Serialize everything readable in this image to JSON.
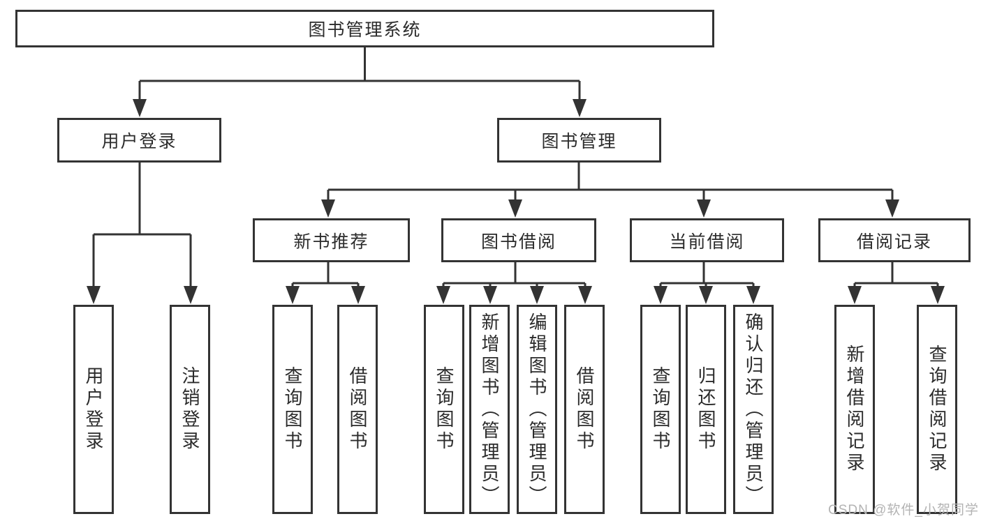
{
  "diagram": {
    "type": "hierarchy-tree",
    "colors": {
      "line": "#333333",
      "box_border": "#333333",
      "text": "#2b2b2b",
      "background": "#ffffff",
      "watermark": "#b3b3b3"
    },
    "tree": {
      "root": "图书管理系统",
      "children": [
        {
          "label": "用户登录",
          "children": [
            "用户登录",
            "注销登录"
          ]
        },
        {
          "label": "图书管理",
          "children": [
            {
              "label": "新书推荐",
              "children": [
                "查询图书",
                "借阅图书"
              ]
            },
            {
              "label": "图书借阅",
              "children": [
                "查询图书",
                "新增图书（管理员）",
                "编辑图书（管理员）",
                "借阅图书"
              ]
            },
            {
              "label": "当前借阅",
              "children": [
                "查询图书",
                "归还图书",
                "确认归还（管理员）"
              ]
            },
            {
              "label": "借阅记录",
              "children": [
                "新增借阅记录",
                "查询借阅记录"
              ]
            }
          ]
        }
      ]
    },
    "watermark": "CSDN @软件_小贺同学"
  }
}
